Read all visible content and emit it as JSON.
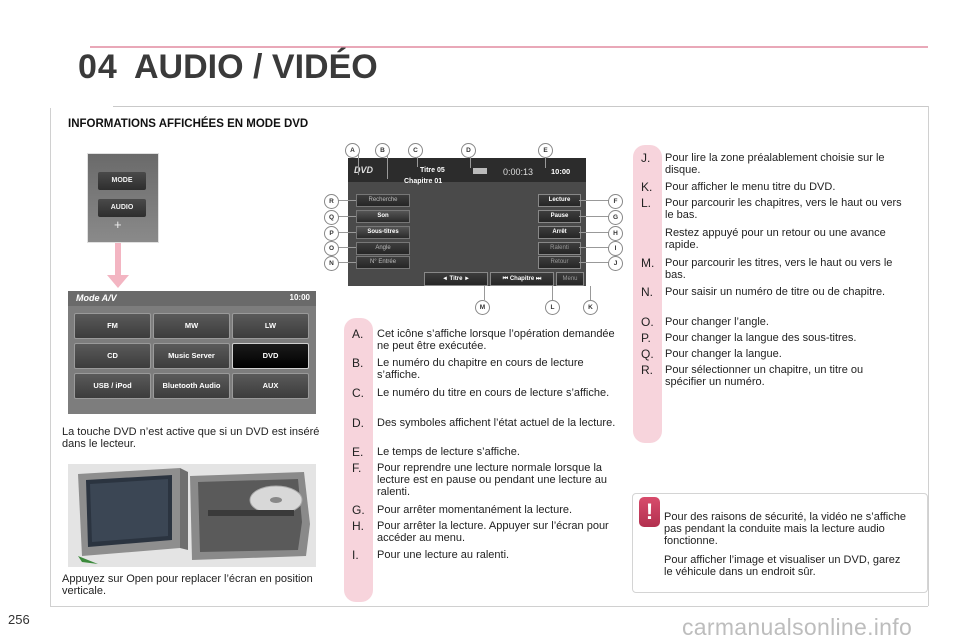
{
  "header": {
    "chapter_number": "04",
    "chapter_title": "AUDIO / VIDÉO",
    "section_title": "INFORMATIONS AFFICHÉES EN MODE DVD"
  },
  "mode_panel": {
    "buttons": [
      "MODE",
      "AUDIO"
    ],
    "plus": "+"
  },
  "av_screen": {
    "title": "Mode A/V",
    "clock": "10:00",
    "buttons": [
      "FM",
      "MW",
      "LW",
      "CD",
      "Music Server",
      "DVD",
      "USB / iPod",
      "Bluetooth Audio",
      "AUX"
    ],
    "active": "DVD"
  },
  "caption_dvd_key": "La touche DVD n’est active que si un DVD est inséré dans le lecteur.",
  "caption_open": "Appuyez sur Open pour replacer l’écran en position verticale.",
  "dvd_screen": {
    "logo": "DVD",
    "titre": "Titre 05",
    "chapitre": "Chapitre 01",
    "time": "0:00:13",
    "clock": "10:00",
    "left_buttons": [
      "Recherche",
      "Son",
      "Sous-titres",
      "Angle",
      "N° Entrée"
    ],
    "right_buttons": [
      "Lecture",
      "Pause",
      "Arrêt",
      "Ralenti",
      "Retour"
    ],
    "bottom_buttons": [
      "◄ Titre ►",
      "⏮ Chapitre ⏭",
      "Menu"
    ]
  },
  "callouts": {
    "top": [
      "A",
      "B",
      "C",
      "D",
      "E"
    ],
    "left": [
      "R",
      "Q",
      "P",
      "O",
      "N"
    ],
    "right": [
      "F",
      "G",
      "H",
      "I",
      "J"
    ],
    "bottom": [
      "M",
      "L",
      "K"
    ]
  },
  "legend_middle": [
    {
      "letter": "A.",
      "text": "Cet icône s’affiche lorsque l’opération demandée ne peut être exécutée."
    },
    {
      "letter": "B.",
      "text": "Le numéro du chapitre en cours de lecture s’affiche."
    },
    {
      "letter": "C.",
      "text": "Le numéro du titre en cours de lecture s’affiche."
    },
    {
      "letter": "D.",
      "text": "Des symboles affichent l’état actuel de la lecture."
    },
    {
      "letter": "E.",
      "text": "Le temps de lecture s’affiche."
    },
    {
      "letter": "F.",
      "text": "Pour reprendre une lecture normale lorsque la lecture est en pause ou pendant une lecture au ralenti."
    },
    {
      "letter": "G.",
      "text": "Pour arrêter momentanément la lecture."
    },
    {
      "letter": "H.",
      "text": "Pour arrêter la lecture. Appuyer sur l’écran pour accéder au menu."
    },
    {
      "letter": "I.",
      "text": "Pour une lecture au ralenti."
    }
  ],
  "legend_right": [
    {
      "letter": "J.",
      "text": "Pour lire la zone préalablement choisie sur le disque."
    },
    {
      "letter": "K.",
      "text": "Pour afficher le menu titre du DVD."
    },
    {
      "letter": "L.",
      "text": "Pour parcourir les chapitres, vers le haut ou vers le bas."
    },
    {
      "letter": "",
      "text": "Restez appuyé pour un retour ou une avance rapide."
    },
    {
      "letter": "M.",
      "text": "Pour parcourir les titres, vers le haut ou vers le bas."
    },
    {
      "letter": "N.",
      "text": "Pour saisir un numéro de titre ou de chapitre."
    },
    {
      "letter": "O.",
      "text": "Pour changer l’angle."
    },
    {
      "letter": "P.",
      "text": "Pour changer la langue des sous-titres."
    },
    {
      "letter": "Q.",
      "text": "Pour changer la langue."
    },
    {
      "letter": "R.",
      "text": "Pour sélectionner un chapitre, un titre ou spécifier un numéro."
    }
  ],
  "warning": {
    "badge": "!",
    "paragraph1": "Pour des raisons de sécurité, la vidéo ne s’affiche pas pendant la conduite mais la lecture audio fonctionne.",
    "paragraph2": "Pour afficher l’image et visualiser un DVD, garez le véhicule dans un endroit sûr."
  },
  "footer": {
    "page_number": "256",
    "watermark": "carmanualsonline.info"
  }
}
